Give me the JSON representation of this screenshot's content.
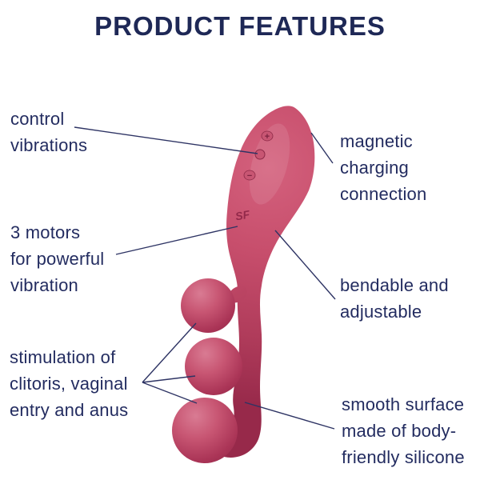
{
  "title": "PRODUCT FEATURES",
  "features": {
    "control": {
      "lines": [
        "control",
        "vibrations"
      ]
    },
    "magnetic": {
      "lines": [
        "magnetic",
        "charging",
        "connection"
      ]
    },
    "motors": {
      "lines": [
        "3 motors",
        "for powerful",
        "vibration"
      ]
    },
    "bendable": {
      "lines": [
        "bendable and",
        "adjustable"
      ]
    },
    "stimulation": {
      "lines": [
        "stimulation of",
        "clitoris, vaginal",
        "entry and anus"
      ]
    },
    "smooth": {
      "lines": [
        "smooth surface",
        "made of body-",
        "friendly silicone"
      ]
    }
  },
  "product": {
    "logo": "SF",
    "buttons": {
      "plus": "+",
      "minus": "−"
    }
  },
  "colors": {
    "heading_text": "#1e2856",
    "label_text": "#232c60",
    "callout_line": "#2e3464",
    "product_light": "#d4617d",
    "product_mid": "#c74e6c",
    "product_dark": "#97294a"
  }
}
